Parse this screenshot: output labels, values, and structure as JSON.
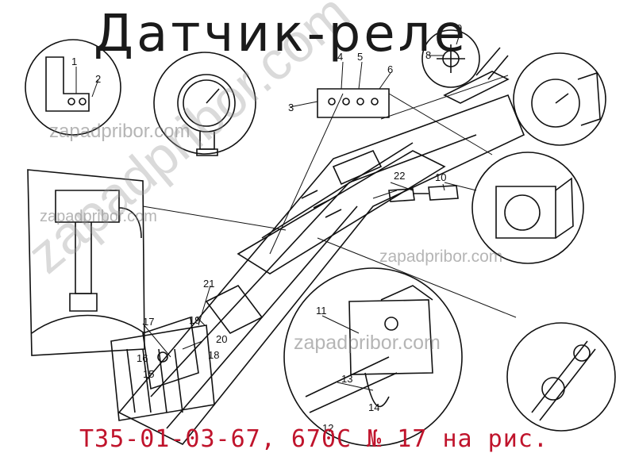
{
  "title": "Датчик-реле",
  "caption": "Т35-01-03-67, 670С № 17 на рис.",
  "watermarks": {
    "site": "zapadpribor.com",
    "diagonal": "zapadpribor.com"
  },
  "callouts": [
    "1",
    "2",
    "3",
    "4",
    "5",
    "6",
    "8",
    "9",
    "10",
    "11",
    "12",
    "13",
    "14",
    "15",
    "16",
    "17",
    "18",
    "19",
    "20",
    "21",
    "22"
  ],
  "colors": {
    "ink": "#111111",
    "title": "#1a1a1a",
    "caption": "#c0142c",
    "watermark": "#787878"
  }
}
